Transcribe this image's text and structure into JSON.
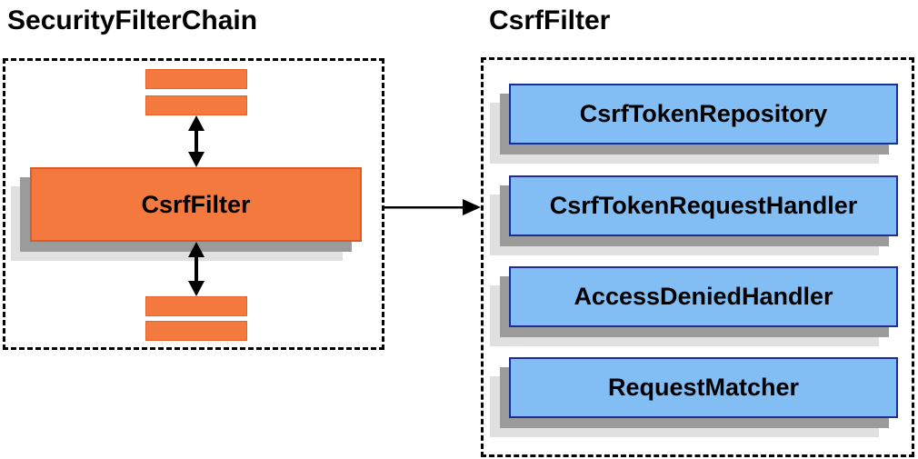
{
  "diagram": {
    "left_panel": {
      "title": "SecurityFilterChain",
      "filter_box_label": "CsrfFilter",
      "placeholder_bars": {
        "above_count": 2,
        "below_count": 2
      }
    },
    "right_panel": {
      "title": "CsrfFilter",
      "components": [
        {
          "label": "CsrfTokenRepository"
        },
        {
          "label": "CsrfTokenRequestHandler"
        },
        {
          "label": "AccessDeniedHandler"
        },
        {
          "label": "RequestMatcher"
        }
      ]
    },
    "icons": [
      "bidirectional-arrow-icon",
      "bidirectional-arrow-icon",
      "flow-arrow-icon"
    ],
    "colors": {
      "orange_fill": "#F4793F",
      "orange_border": "#E35724",
      "blue_fill": "#82BDF4",
      "blue_border": "#1A2F9C",
      "shadow_mid": "#9B9B9B",
      "shadow_light": "#E0E0E0",
      "dashed_border": "#000000",
      "arrow": "#000000",
      "text": "#000000"
    }
  }
}
